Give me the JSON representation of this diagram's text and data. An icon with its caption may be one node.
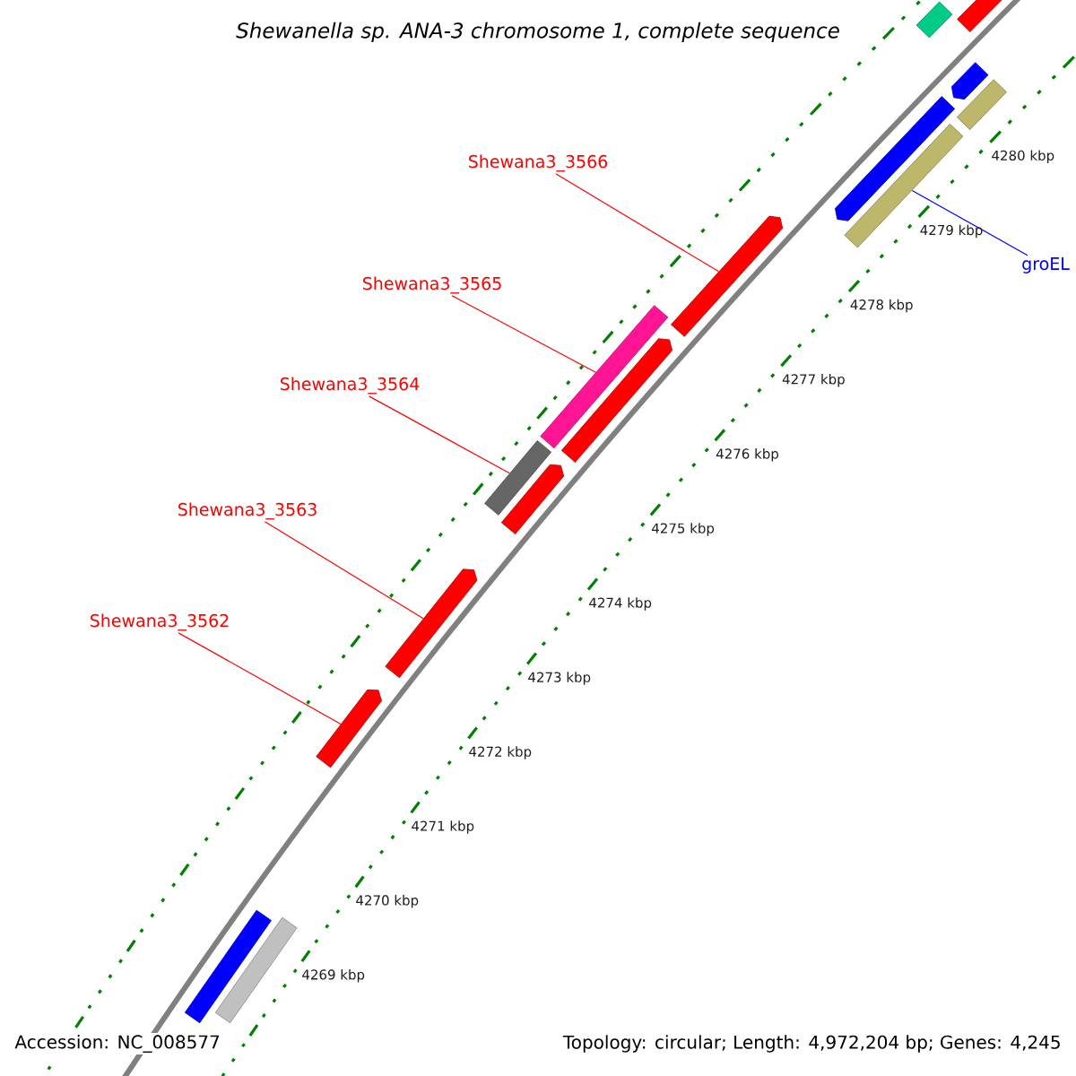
{
  "diagram": {
    "title": "Shewanella sp. ANA-3 chromosome 1, complete sequence",
    "nodes": [
      {
        "text": [
          "Shewana3_3566"
        ]
      },
      {
        "text": [
          "Shewana3_3565"
        ]
      },
      {
        "text": [
          "Shewana3_3564"
        ]
      },
      {
        "text": [
          "Shewana3_3563"
        ]
      },
      {
        "text": [
          "Shewana3_3562"
        ]
      },
      {
        "text": [
          "groEL"
        ]
      },
      {
        "text": [],
        "shape": "bar"
      },
      {
        "text": [],
        "shape": "bar"
      },
      {
        "text": [],
        "shape": "bar"
      },
      {
        "text": [],
        "shape": "arrow"
      },
      {
        "text": [],
        "shape": "arrow"
      },
      {
        "text": [],
        "shape": "bar"
      },
      {
        "text": [],
        "shape": "arrow"
      },
      {
        "text": [],
        "shape": "bar"
      },
      {
        "text": [],
        "shape": "arrow"
      },
      {
        "text": [],
        "shape": "bar"
      },
      {
        "text": [],
        "shape": "arrow"
      },
      {
        "text": [],
        "shape": "arrow"
      },
      {
        "text": [],
        "shape": "arrow"
      },
      {
        "text": [],
        "shape": "bar"
      },
      {
        "text": [],
        "shape": "bar"
      }
    ],
    "edges": [
      {
        "from": 0,
        "to": 12,
        "arrow": "none"
      },
      {
        "from": 1,
        "to": 13,
        "arrow": "none"
      },
      {
        "from": 2,
        "to": 15,
        "arrow": "none"
      },
      {
        "from": 3,
        "to": 17,
        "arrow": "none"
      },
      {
        "from": 4,
        "to": 18,
        "arrow": "none"
      },
      {
        "from": 5,
        "to": 11,
        "arrow": "none",
        "color": "#0000ff"
      }
    ],
    "labels": [
      "4280 kbp",
      "4279 kbp",
      "4278 kbp",
      "4277 kbp",
      "4276 kbp",
      "4275 kbp",
      "4274 kbp",
      "4273 kbp",
      "4272 kbp",
      "4271 kbp",
      "4270 kbp",
      "4269 kbp",
      "Accession: NC_008577",
      "Topology: circular; Length: 4,972,204 bp; Genes: 4,245"
    ]
  }
}
